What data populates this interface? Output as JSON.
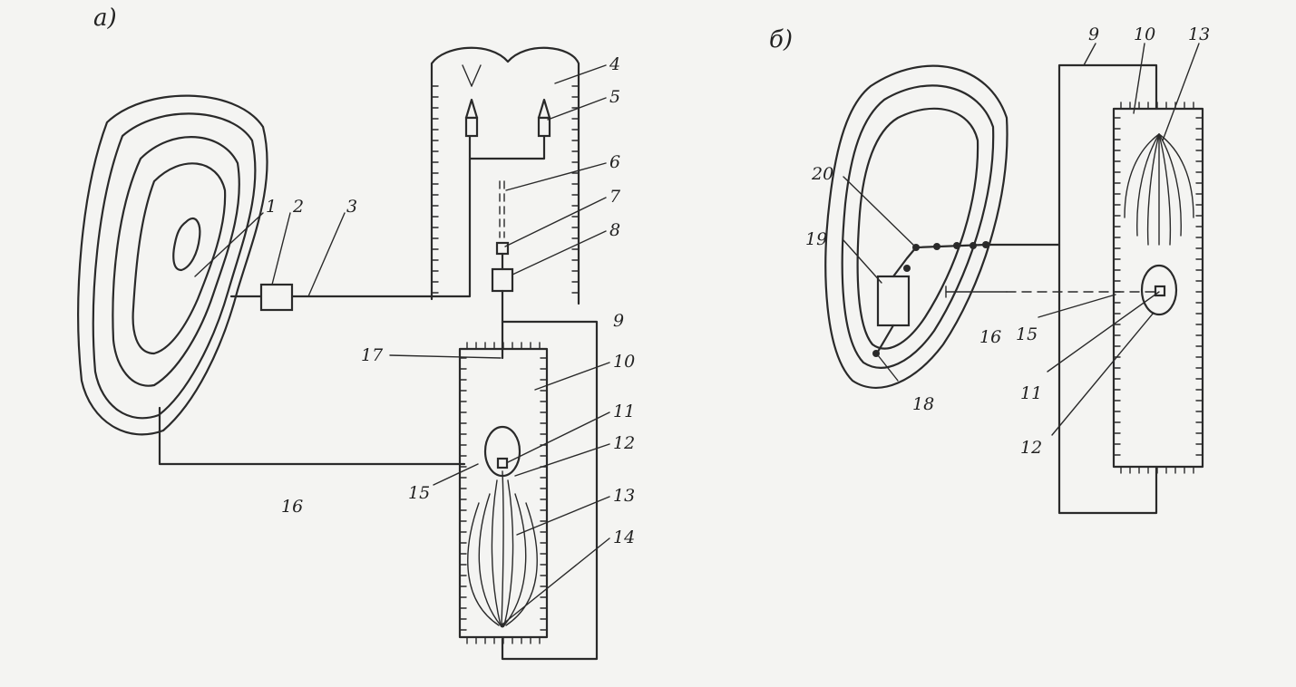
{
  "panel_a": {
    "title": "а)",
    "labels": [
      "1",
      "2",
      "3",
      "4",
      "5",
      "6",
      "7",
      "8",
      "9",
      "10",
      "11",
      "17",
      "12",
      "13",
      "14",
      "15",
      "16"
    ]
  },
  "panel_b": {
    "title": "б)",
    "labels": [
      "9",
      "10",
      "13",
      "20",
      "19",
      "16",
      "15",
      "11",
      "12",
      "18"
    ]
  }
}
